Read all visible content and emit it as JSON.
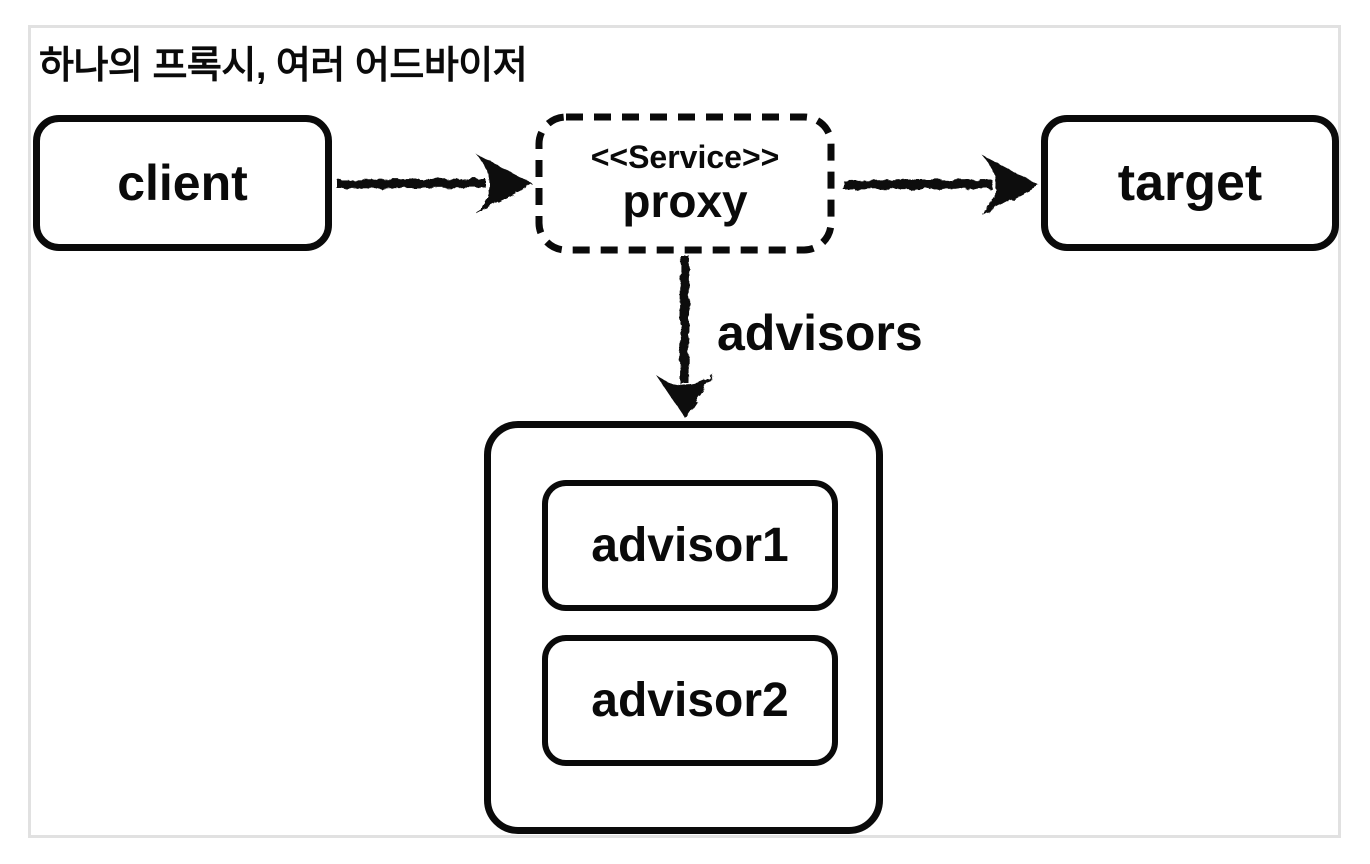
{
  "diagram": {
    "title": "하나의 프록시, 여러 어드바이저",
    "nodes": {
      "client": {
        "label": "client"
      },
      "proxy": {
        "stereotype": "<<Service>>",
        "label": "proxy"
      },
      "target": {
        "label": "target"
      },
      "advisors_container": {
        "children": [
          "advisor1",
          "advisor2"
        ]
      },
      "advisor1": {
        "label": "advisor1"
      },
      "advisor2": {
        "label": "advisor2"
      }
    },
    "edges": [
      {
        "from": "client",
        "to": "proxy",
        "label": ""
      },
      {
        "from": "proxy",
        "to": "target",
        "label": ""
      },
      {
        "from": "proxy",
        "to": "advisors_container",
        "label": "advisors"
      }
    ],
    "colors": {
      "stroke": "#0a0a0a",
      "background": "#ffffff",
      "frame_border": "#e1e1e1"
    }
  }
}
